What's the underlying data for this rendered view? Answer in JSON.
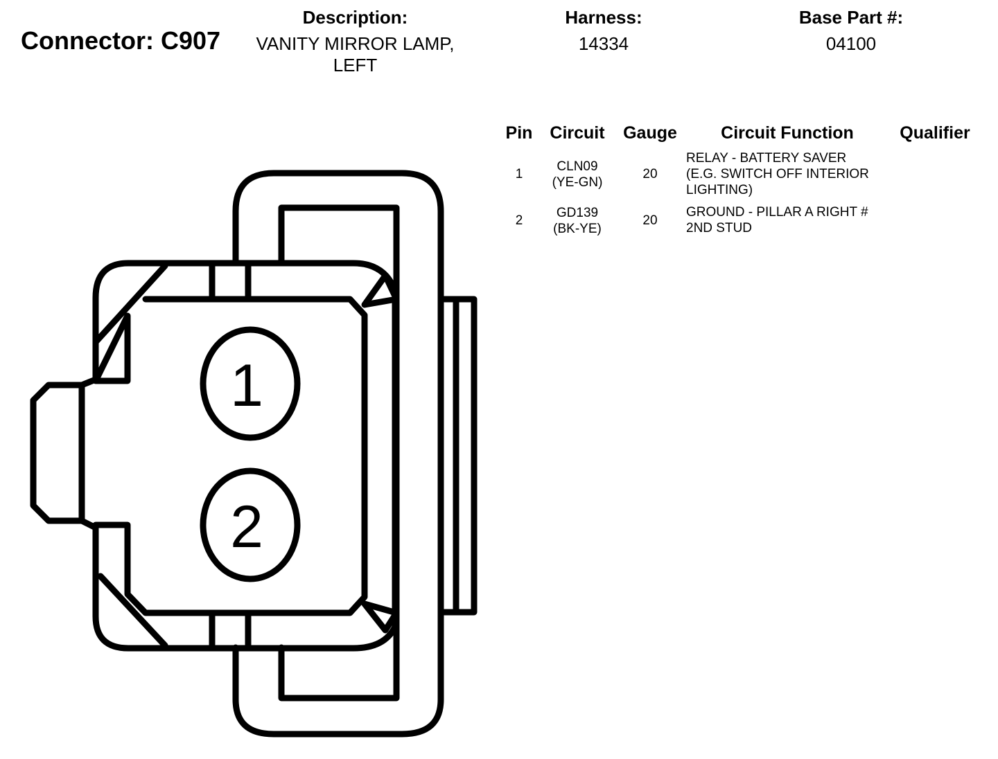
{
  "connector": {
    "label": "Connector:",
    "id": "C907"
  },
  "header": {
    "description_label": "Description:",
    "description_lines": [
      "VANITY MIRROR LAMP,",
      "LEFT"
    ],
    "harness_label": "Harness:",
    "harness_value": "14334",
    "base_part_label": "Base Part #:",
    "base_part_value": "04100"
  },
  "table": {
    "columns": [
      "Pin",
      "Circuit",
      "Gauge",
      "Circuit Function",
      "Qualifier"
    ],
    "rows": [
      {
        "pin": "1",
        "circuit_lines": [
          "CLN09",
          "(YE-GN)"
        ],
        "gauge": "20",
        "function_lines": [
          "RELAY - BATTERY SAVER",
          "(E.G. SWITCH OFF INTERIOR",
          "LIGHTING)"
        ],
        "qualifier": ""
      },
      {
        "pin": "2",
        "circuit_lines": [
          "GD139",
          "(BK-YE)"
        ],
        "gauge": "20",
        "function_lines": [
          "GROUND - PILLAR A RIGHT #",
          "2ND STUD"
        ],
        "qualifier": ""
      }
    ]
  },
  "diagram": {
    "pin_labels": [
      "1",
      "2"
    ],
    "stroke_color": "#000000"
  }
}
